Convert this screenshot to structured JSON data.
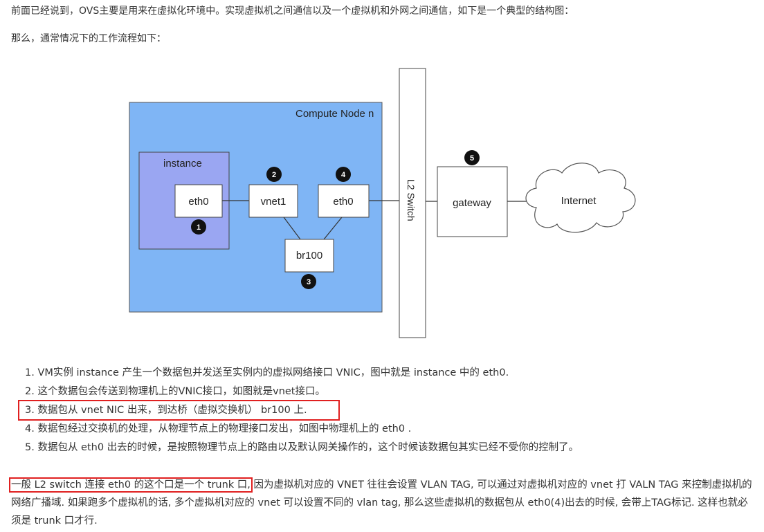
{
  "intro": {
    "line1": "前面已经说到，OVS主要是用来在虚拟化环境中。实现虚拟机之间通信以及一个虚拟机和外网之间通信，如下是一个典型的结构图：",
    "line2": "那么，通常情况下的工作流程如下："
  },
  "diagram": {
    "compute_node_label": "Compute Node n",
    "instance_label": "instance",
    "eth0_instance": "eth0",
    "vnet1": "vnet1",
    "eth0_host": "eth0",
    "br100": "br100",
    "l2_switch": "L2 Switch",
    "gateway": "gateway",
    "internet": "Internet",
    "markers": [
      "1",
      "2",
      "3",
      "4",
      "5"
    ],
    "colors": {
      "compute_node_fill": "#7fb5f5",
      "instance_fill": "#9aa6f2",
      "node_fill": "#ffffff",
      "marker_fill": "#111111"
    }
  },
  "steps": [
    "1. VM实例 instance 产生一个数据包并发送至实例内的虚拟网络接口 VNIC，图中就是 instance 中的 eth0.",
    "2. 这个数据包会传送到物理机上的VNIC接口，如图就是vnet接口。",
    "3. 数据包从 vnet NIC 出来，到达桥（虚拟交换机） br100 上.",
    "4. 数据包经过交换机的处理，从物理节点上的物理接口发出，如图中物理机上的 eth0 .",
    "5. 数据包从 eth0 出去的时候，是按照物理节点上的路由以及默认网关操作的，这个时候该数据包其实已经不受你的控制了。"
  ],
  "bottom": {
    "highlighted": "一般 L2 switch 连接 eth0 的这个口是一个 trunk 口,",
    "rest": " 因为虚拟机对应的 VNET 往往会设置 VLAN TAG, 可以通过对虚拟机对应的 vnet 打 VALN TAG 来控制虚拟机的网络广播域. 如果跑多个虚拟机的话, 多个虚拟机对应的 vnet 可以设置不同的 vlan tag, 那么这些虚拟机的数据包从 eth0(4)出去的时候, 会带上TAG标记. 这样也就必须是 trunk 口才行."
  },
  "highlight_color": "#e02020"
}
